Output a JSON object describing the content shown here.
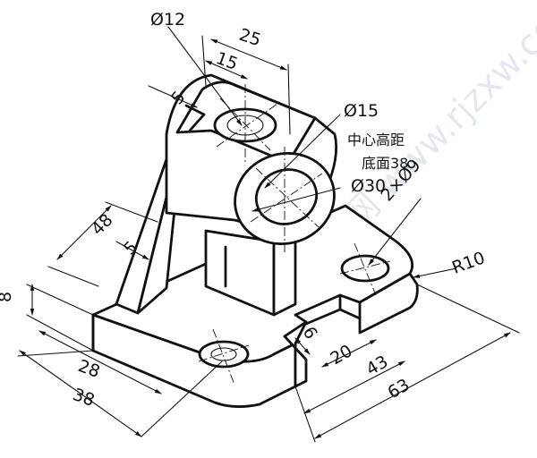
{
  "dimensions": {
    "d_top_hole": "Ø12",
    "d_25": "25",
    "d_15": "15",
    "d_5_top": "5",
    "d_15_bore": "Ø15",
    "note_line1": "中心高距",
    "note_line2": "底面38",
    "d_30": "Ø30",
    "d_2x9": "2×Ø9",
    "d_48": "48",
    "d_5_rib": "5",
    "r_10": "R10",
    "d_8": "8",
    "d_6": "6",
    "d_20": "20",
    "d_28": "28",
    "d_38": "38",
    "d_43": "43",
    "d_63": "63"
  },
  "watermark": "软件自学网 www.rjzxw.com",
  "colors": {
    "line": "#111111",
    "background": "#ffffff",
    "watermark": "#cfd8e6"
  }
}
